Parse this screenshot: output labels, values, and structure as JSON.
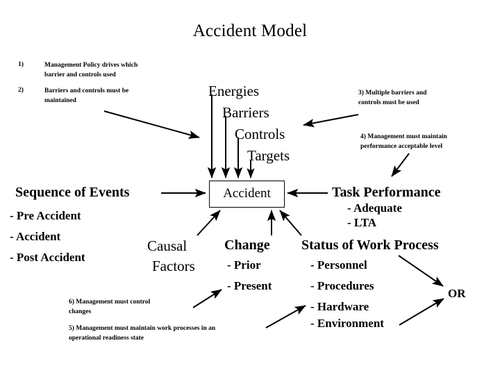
{
  "title": "Accident Model",
  "numbered_notes": [
    {
      "num": "1)",
      "text": "Management Policy drives which\nbarrier and controls used"
    },
    {
      "num": "2)",
      "text": "Barriers and controls must be\nmaintained"
    }
  ],
  "side_notes": [
    {
      "id": "note3",
      "text": "3) Multiple barriers and\ncontrols must be used"
    },
    {
      "id": "note4",
      "text": "4) Management must maintain\nperformance acceptable level"
    },
    {
      "id": "note6",
      "text": "6) Management must control\nchanges"
    },
    {
      "id": "note5",
      "text": "5) Management must maintain work processes in an\noperational readiness state"
    }
  ],
  "hazard_stack": {
    "energies": "Energies",
    "barriers": "Barriers",
    "controls": "Controls",
    "targets": "Targets"
  },
  "accident_box": {
    "label": "Accident"
  },
  "sequence": {
    "heading": "Sequence of Events",
    "items": [
      "- Pre Accident",
      "- Accident",
      "- Post Accident"
    ]
  },
  "causal_factors": {
    "line1": "Causal",
    "line2": "Factors"
  },
  "change": {
    "heading": "Change",
    "items": [
      "- Prior",
      "- Present"
    ]
  },
  "task_performance": {
    "heading": "Task Performance",
    "items": [
      "- Adequate",
      "- LTA"
    ]
  },
  "work_process": {
    "heading": "Status of Work Process",
    "items": [
      "- Personnel",
      "- Procedures",
      "- Hardware",
      "- Environment"
    ]
  },
  "or_label": "OR",
  "colors": {
    "ink": "#000000",
    "paper": "#ffffff"
  }
}
